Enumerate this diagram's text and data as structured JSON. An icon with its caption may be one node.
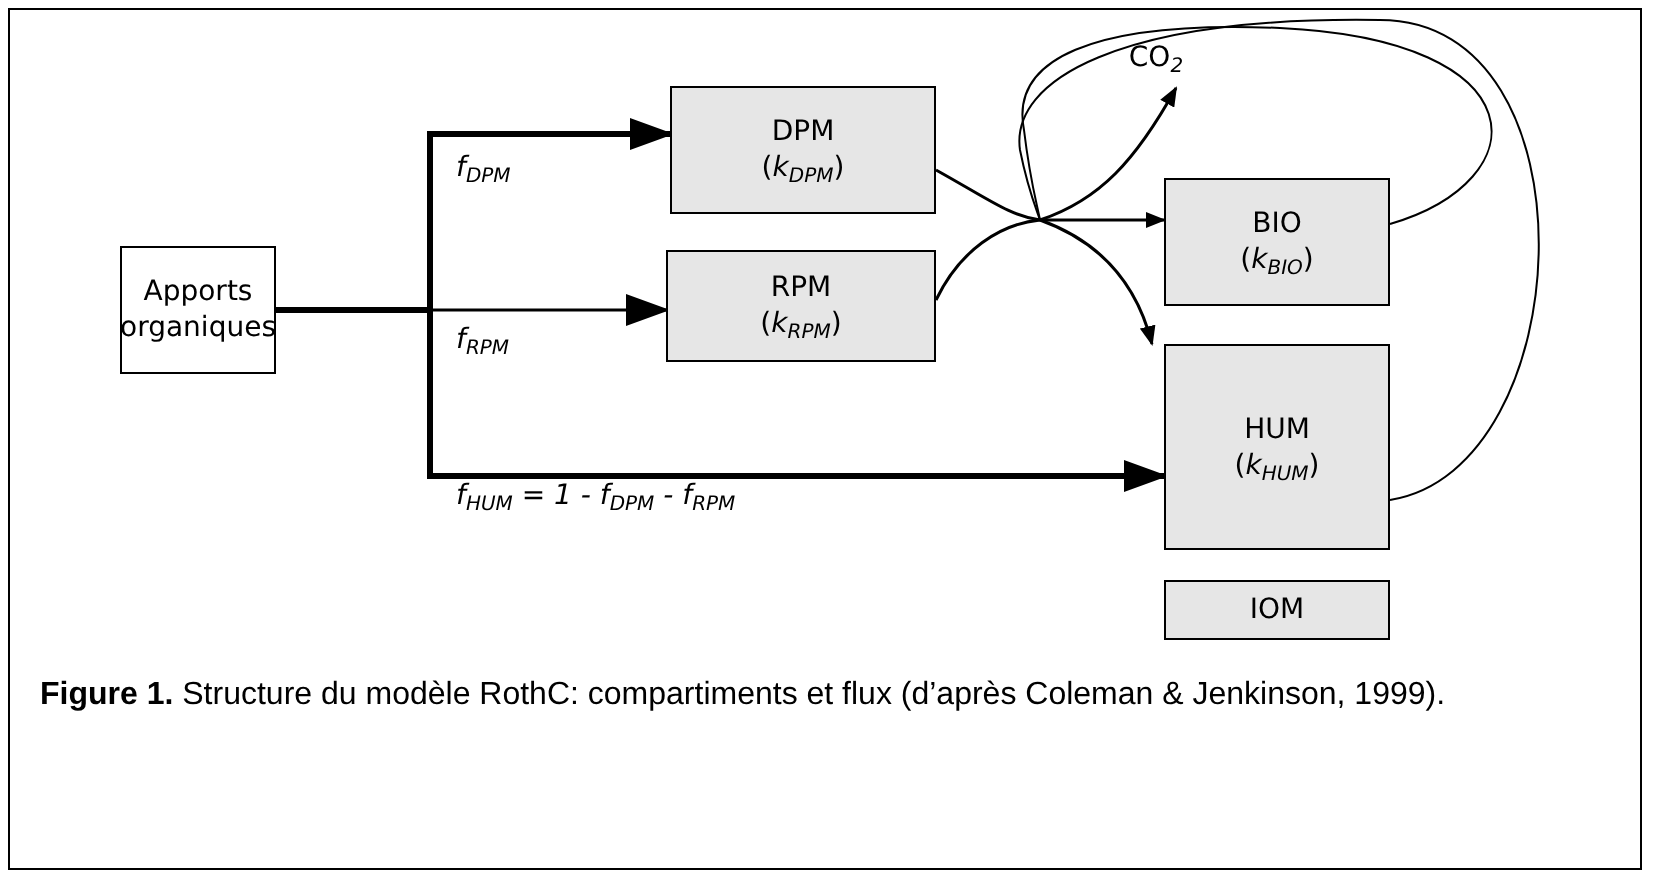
{
  "diagram": {
    "caption": "**Figure 1.** Structure du modèle RothC: compartiments et flux (d’après Coleman & Jenkinson, 1999).",
    "nodes": [
      {
        "text": [
          "Apports organiques"
        ]
      },
      {
        "text": [
          "DPM",
          "(*k*$_{DPM}$)"
        ]
      },
      {
        "text": [
          "RPM",
          "(*k*$_{RPM}$)"
        ]
      },
      {
        "text": [
          "CO$_{2}$"
        ]
      },
      {
        "text": [
          "BIO",
          "(*k*$_{BIO}$)"
        ]
      },
      {
        "text": [
          "HUM",
          "(*k*$_{HUM}$)"
        ]
      },
      {
        "text": [
          "IOM"
        ]
      }
    ],
    "edges": [
      {
        "from": 0,
        "to": 1,
        "arrow": "to",
        "label": "f$_{DPM}$",
        "style": "thick"
      },
      {
        "from": 0,
        "to": 2,
        "arrow": "to",
        "label": "f$_{RPM}$"
      },
      {
        "from": 0,
        "to": 5,
        "arrow": "to",
        "label": "f$_{HUM}$ = 1 - f$_{DPM}$ - f$_{RPM}$",
        "style": "thick"
      },
      {
        "from": 1,
        "to": 3,
        "arrow": "to"
      },
      {
        "from": 1,
        "to": 4,
        "arrow": "to"
      },
      {
        "from": 1,
        "to": 5,
        "arrow": "to"
      },
      {
        "from": 2,
        "to": 3,
        "arrow": "to"
      },
      {
        "from": 2,
        "to": 4,
        "arrow": "to"
      },
      {
        "from": 2,
        "to": 5,
        "arrow": "to"
      },
      {
        "from": 4,
        "to": 3,
        "arrow": "to"
      },
      {
        "from": 4,
        "to": 4,
        "arrow": "to"
      },
      {
        "from": 4,
        "to": 5,
        "arrow": "to"
      },
      {
        "from": 5,
        "to": 3,
        "arrow": "to"
      },
      {
        "from": 5,
        "to": 4,
        "arrow": "to"
      },
      {
        "from": 5,
        "to": 5,
        "arrow": "to"
      }
    ]
  }
}
